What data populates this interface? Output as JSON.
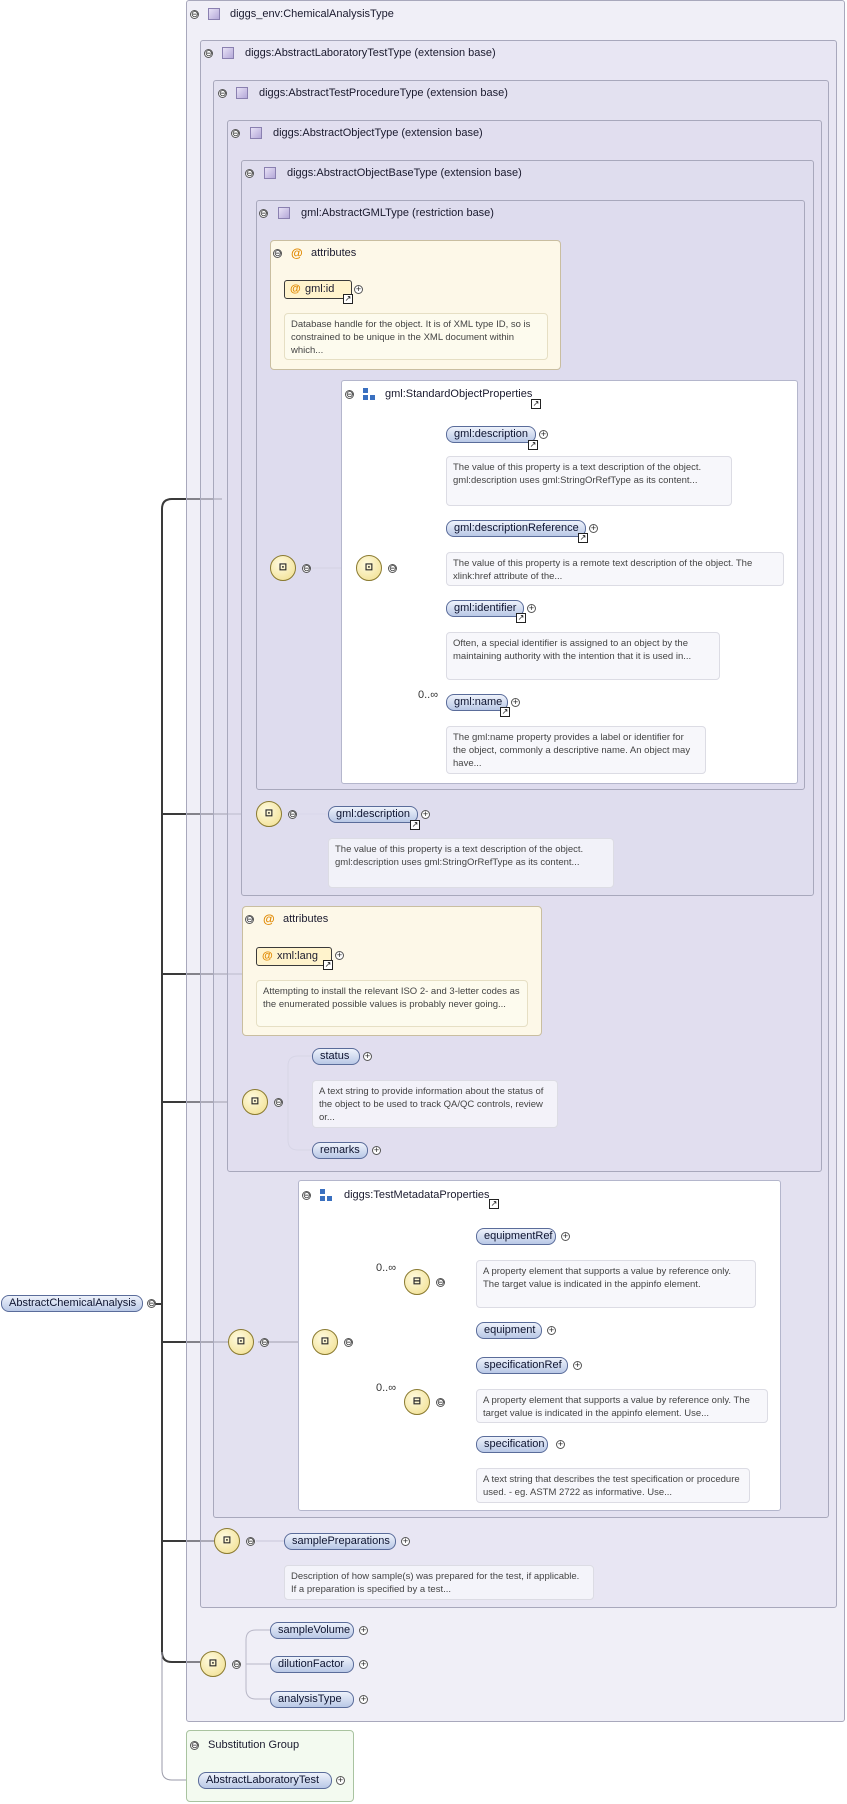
{
  "root": {
    "element": "AbstractChemicalAnalysis",
    "type": "diggs_env:ChemicalAnalysisType"
  },
  "types": {
    "t1": "diggs:AbstractLaboratoryTestType (extension base)",
    "t2": "diggs:AbstractTestProcedureType (extension base)",
    "t3": "diggs:AbstractObjectType (extension base)",
    "t4": "diggs:AbstractObjectBaseType (extension base)",
    "t5": "gml:AbstractGMLType (restriction base)"
  },
  "attributes1": {
    "title": "attributes",
    "item": "gml:id",
    "doc": "Database handle for the object. It is of XML type ID, so is constrained to be unique in the XML document within which..."
  },
  "sop": {
    "title": "gml:StandardObjectProperties",
    "items": [
      {
        "label": "gml:description",
        "doc": "The value of this property is a text description of the object. gml:description uses gml:StringOrRefType as its content..."
      },
      {
        "label": "gml:descriptionReference",
        "doc": "The value of this property is a remote text description of the object. The xlink:href attribute of the..."
      },
      {
        "label": "gml:identifier",
        "doc": "Often, a special identifier is assigned to an object by the maintaining authority with the intention that it is used in..."
      },
      {
        "label": "gml:name",
        "doc": "The gml:name property provides a label or identifier for the object, commonly a descriptive name. An object may have..."
      }
    ],
    "name_occurs": "0..∞"
  },
  "description2": {
    "label": "gml:description",
    "doc": "The value of this property is a text description of the object. gml:description uses gml:StringOrRefType as its content..."
  },
  "attributes2": {
    "title": "attributes",
    "item": "xml:lang",
    "doc": "Attempting to install the relevant ISO 2- and 3-letter codes as the enumerated possible values is probably never going..."
  },
  "status_group": {
    "status": "status",
    "status_doc": "A text string to provide information about the status of the object to be used to track QA/QC controls, review or...",
    "remarks": "remarks"
  },
  "tmp": {
    "title": "diggs:TestMetadataProperties",
    "equipmentRef": "equipmentRef",
    "equipmentRef_doc": "A property element that supports a value by reference only. The target value is indicated in the appinfo element.",
    "equipment": "equipment",
    "specificationRef": "specificationRef",
    "specificationRef_doc": "A property element that supports a value by reference only. The target value is indicated in the appinfo element. Use...",
    "specification": "specification",
    "specification_doc": "A text string that describes the test specification or procedure used. - eg. ASTM 2722 as informative. Use...",
    "occurs1": "0..∞",
    "occurs2": "0..∞"
  },
  "samplePreparations": {
    "label": "samplePreparations",
    "doc": "Description of how sample(s) was prepared for the test, if applicable. If a preparation is specified by a test..."
  },
  "final": {
    "items": [
      "sampleVolume",
      "dilutionFactor",
      "analysisType"
    ]
  },
  "substitution": {
    "title": "Substitution Group",
    "item": "AbstractLaboratoryTest"
  },
  "glyphs": {
    "collapse": "⊖",
    "expand": "+",
    "ref": "↗",
    "sequence": "⊡",
    "choice": "⊟"
  }
}
